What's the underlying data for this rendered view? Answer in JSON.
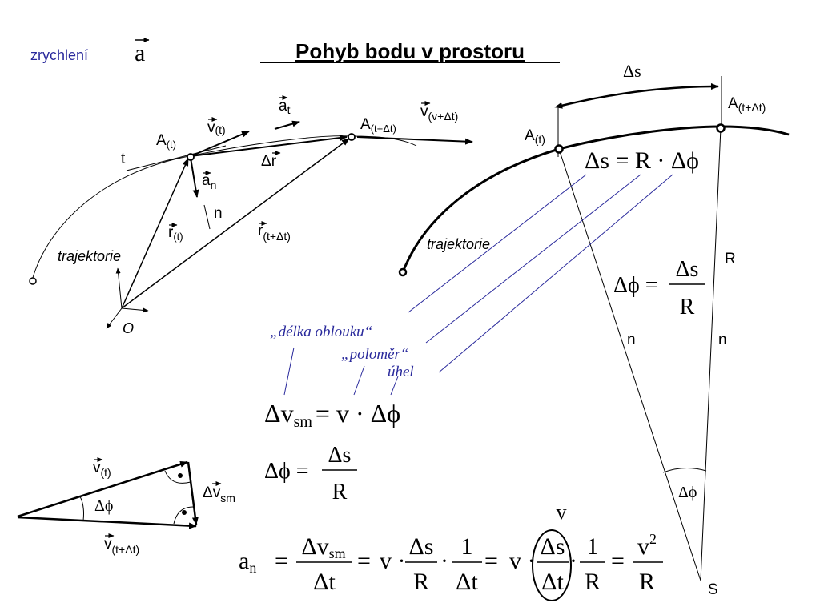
{
  "header": {
    "topic_label": "zrychlení",
    "topic_symbol": "a",
    "title": "Pohyb bodu v prostoru"
  },
  "left_diagram": {
    "v_t": "v",
    "v_t_sub": "(t)",
    "a_t": "a",
    "a_t_sub": "t",
    "A_t": "A",
    "A_t_sub": "(t)",
    "A_tdt": "A",
    "A_tdt_sub": "(t+Δt)",
    "v_vdt": "v",
    "v_vdt_sub": "(v+Δt)",
    "t": "t",
    "delta_r": "Δr",
    "a_n": "a",
    "a_n_sub": "n",
    "n": "n",
    "r_t": "r",
    "r_t_sub": "(t)",
    "r_tdt": "r",
    "r_tdt_sub": "(t+Δt)",
    "trajectory": "trajektorie",
    "origin": "O"
  },
  "right_diagram": {
    "delta_s": "Δs",
    "A_tdt": "A",
    "A_tdt_sub": "(t+Δt)",
    "A_t": "A",
    "A_t_sub": "(t)",
    "trajectory": "trajektorie",
    "R": "R",
    "n_left": "n",
    "n_right": "n",
    "delta_phi": "Δϕ",
    "S": "S"
  },
  "formulas": {
    "arc_lhs": "Δs = R · Δϕ",
    "dphi_lhs": "Δϕ =",
    "ds": "Δs",
    "R": "R",
    "dvsm_lhs": "Δv",
    "sm": "sm",
    "dvsm_rhs": "= v · Δϕ",
    "dphi2_lhs": "Δϕ =",
    "an_a": "a",
    "an_sub": "n",
    "eq": "=",
    "dv": "Δv",
    "dt": "Δt",
    "v_dot": "v ·",
    "dot": "·",
    "one": "1",
    "v": "v",
    "v2": "v",
    "sq": "2"
  },
  "annotations": {
    "arc_length": "„délka oblouku“",
    "radius": "„poloměr“",
    "angle": "úhel",
    "circled_limit": "v"
  },
  "triangle": {
    "v_t": "v",
    "v_t_sub": "(t)",
    "delta_phi": "Δϕ",
    "dv_sm": "Δv",
    "dv_sm_sub": "sm",
    "v_tdt": "v",
    "v_tdt_sub": "(t+Δt)"
  },
  "colors": {
    "annotation": "#2a2a9c",
    "ink": "#000000"
  }
}
